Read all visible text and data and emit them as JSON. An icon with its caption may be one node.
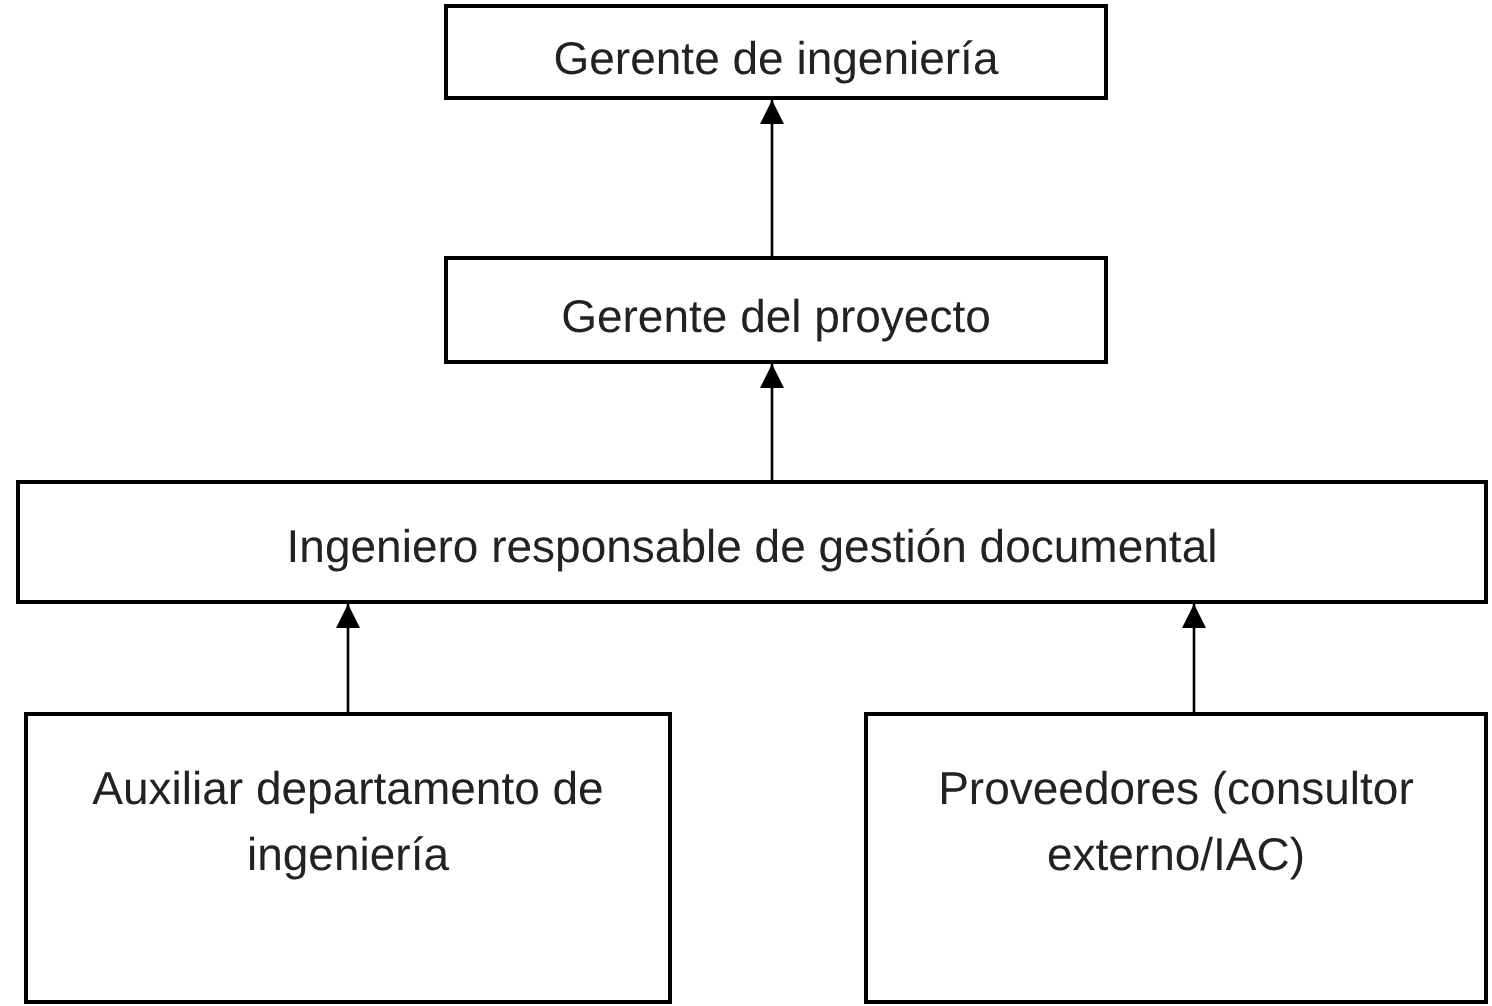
{
  "diagram": {
    "nodes": [
      {
        "text": [
          "Gerente de ingeniería"
        ]
      },
      {
        "text": [
          "Gerente del proyecto"
        ]
      },
      {
        "text": [
          "Ingeniero responsable de gestión documental"
        ]
      },
      {
        "text": [
          "Auxiliar departamento de ingeniería"
        ]
      },
      {
        "text": [
          "Proveedores (consultor externo/IAC)"
        ]
      }
    ],
    "edges": [
      {
        "from": 1,
        "to": 0,
        "arrow": "to"
      },
      {
        "from": 2,
        "to": 1,
        "arrow": "to"
      },
      {
        "from": 3,
        "to": 2,
        "arrow": "to"
      },
      {
        "from": 4,
        "to": 2,
        "arrow": "to"
      }
    ]
  }
}
